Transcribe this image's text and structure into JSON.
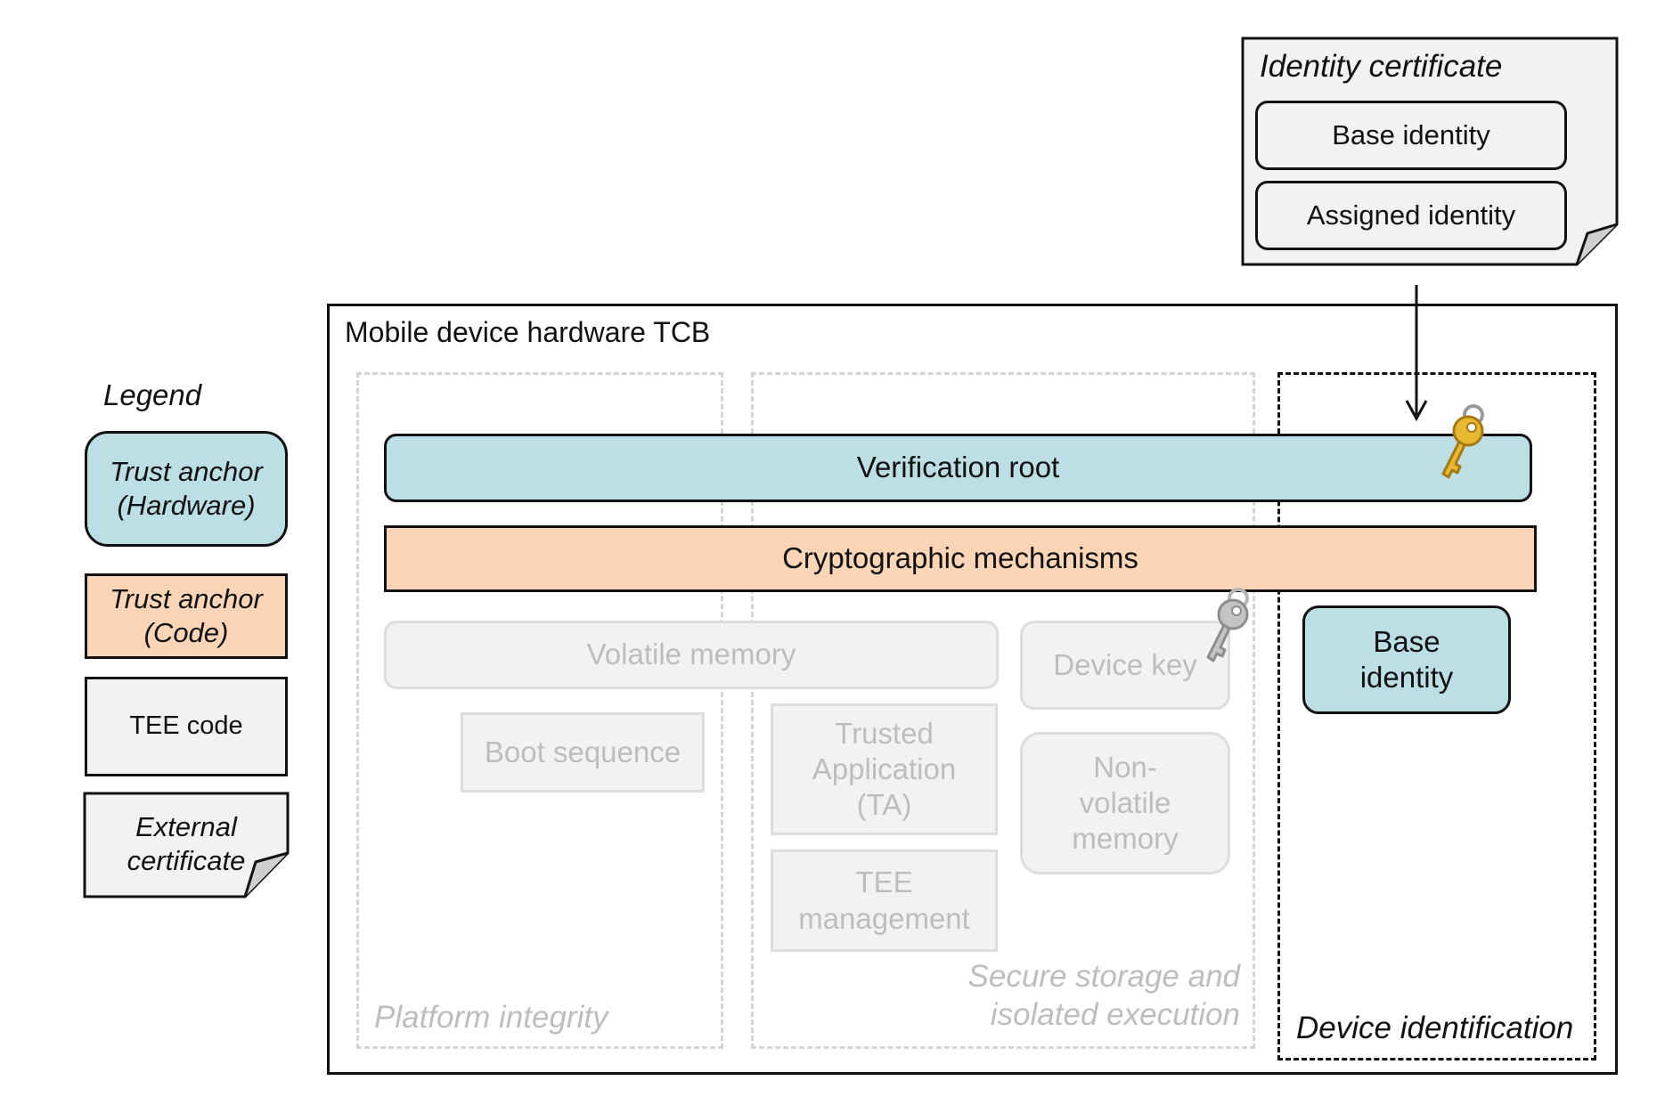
{
  "legend": {
    "title": "Legend",
    "items": [
      {
        "line1": "Trust anchor",
        "line2": "(Hardware)"
      },
      {
        "line1": "Trust anchor",
        "line2": "(Code)"
      },
      {
        "line1": "TEE code"
      },
      {
        "line1": "External",
        "line2": "certificate"
      }
    ]
  },
  "certificate": {
    "title": "Identity certificate",
    "base_identity": "Base identity",
    "assigned_identity": "Assigned identity"
  },
  "tcb": {
    "title": "Mobile device hardware TCB",
    "verification_root": "Verification root",
    "crypto": "Cryptographic mechanisms",
    "volatile_memory": "Volatile memory",
    "device_key": "Device key",
    "boot_sequence": "Boot sequence",
    "ta_line1": "Trusted",
    "ta_line2": "Application",
    "ta_line3": "(TA)",
    "tee_mgmt_line1": "TEE",
    "tee_mgmt_line2": "management",
    "nvm_line1": "Non-",
    "nvm_line2": "volatile",
    "nvm_line3": "memory",
    "base_identity_line1": "Base",
    "base_identity_line2": "identity",
    "region_platform": "Platform integrity",
    "region_secure_line1": "Secure storage and",
    "region_secure_line2": "isolated execution",
    "region_device": "Device identification"
  },
  "colors": {
    "hardware_anchor": "#bcdfe6",
    "code_anchor": "#fbd5b5",
    "tee_code": "#f2f2f2",
    "key_gold": "#e8b830",
    "key_gray": "#a8a8a8"
  }
}
